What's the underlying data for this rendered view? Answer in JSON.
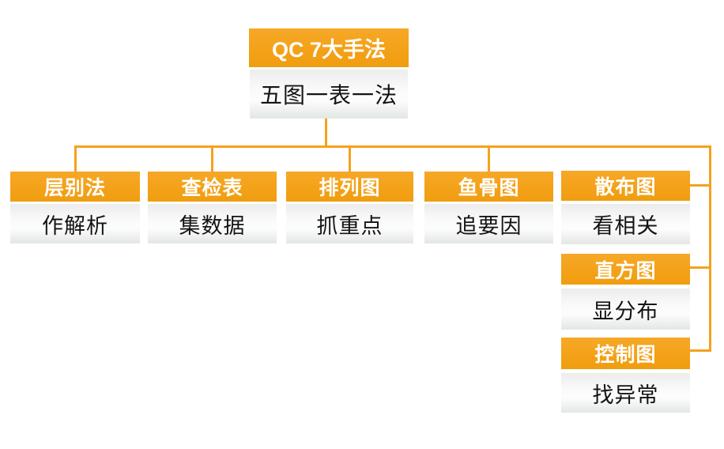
{
  "accent_color": "#F5A21D",
  "diagram": {
    "root": {
      "title": "QC 7大手法",
      "subtitle": "五图一表一法"
    },
    "branches": [
      {
        "title": "层别法",
        "subtitle": "作解析"
      },
      {
        "title": "查检表",
        "subtitle": "集数据"
      },
      {
        "title": "排列图",
        "subtitle": "抓重点"
      },
      {
        "title": "鱼骨图",
        "subtitle": "追要因"
      },
      {
        "title": "散布图",
        "subtitle": "看相关"
      },
      {
        "title": "直方图",
        "subtitle": "显分布"
      },
      {
        "title": "控制图",
        "subtitle": "找异常"
      }
    ]
  }
}
